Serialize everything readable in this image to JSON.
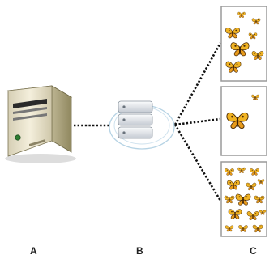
{
  "labels": {
    "a": "A",
    "b": "B",
    "c": "C"
  },
  "nodes": {
    "a": {
      "icon": "server-tower-icon"
    },
    "b": {
      "icon": "print-server-stack-icon"
    },
    "c": {
      "icon": "printed-page-icon",
      "pages": [
        {
          "icon": "butterflies-pattern",
          "butterflies": 7
        },
        {
          "icon": "butterfly-single",
          "butterflies": 2
        },
        {
          "icon": "butterflies-tiled",
          "butterflies": 15
        }
      ]
    }
  },
  "colors": {
    "connector": "#111111",
    "butterfly_fill": "#f0b323",
    "butterfly_outline": "#4a2a06",
    "page_border": "#9a9a9a",
    "server_body": "#ece6cf"
  }
}
